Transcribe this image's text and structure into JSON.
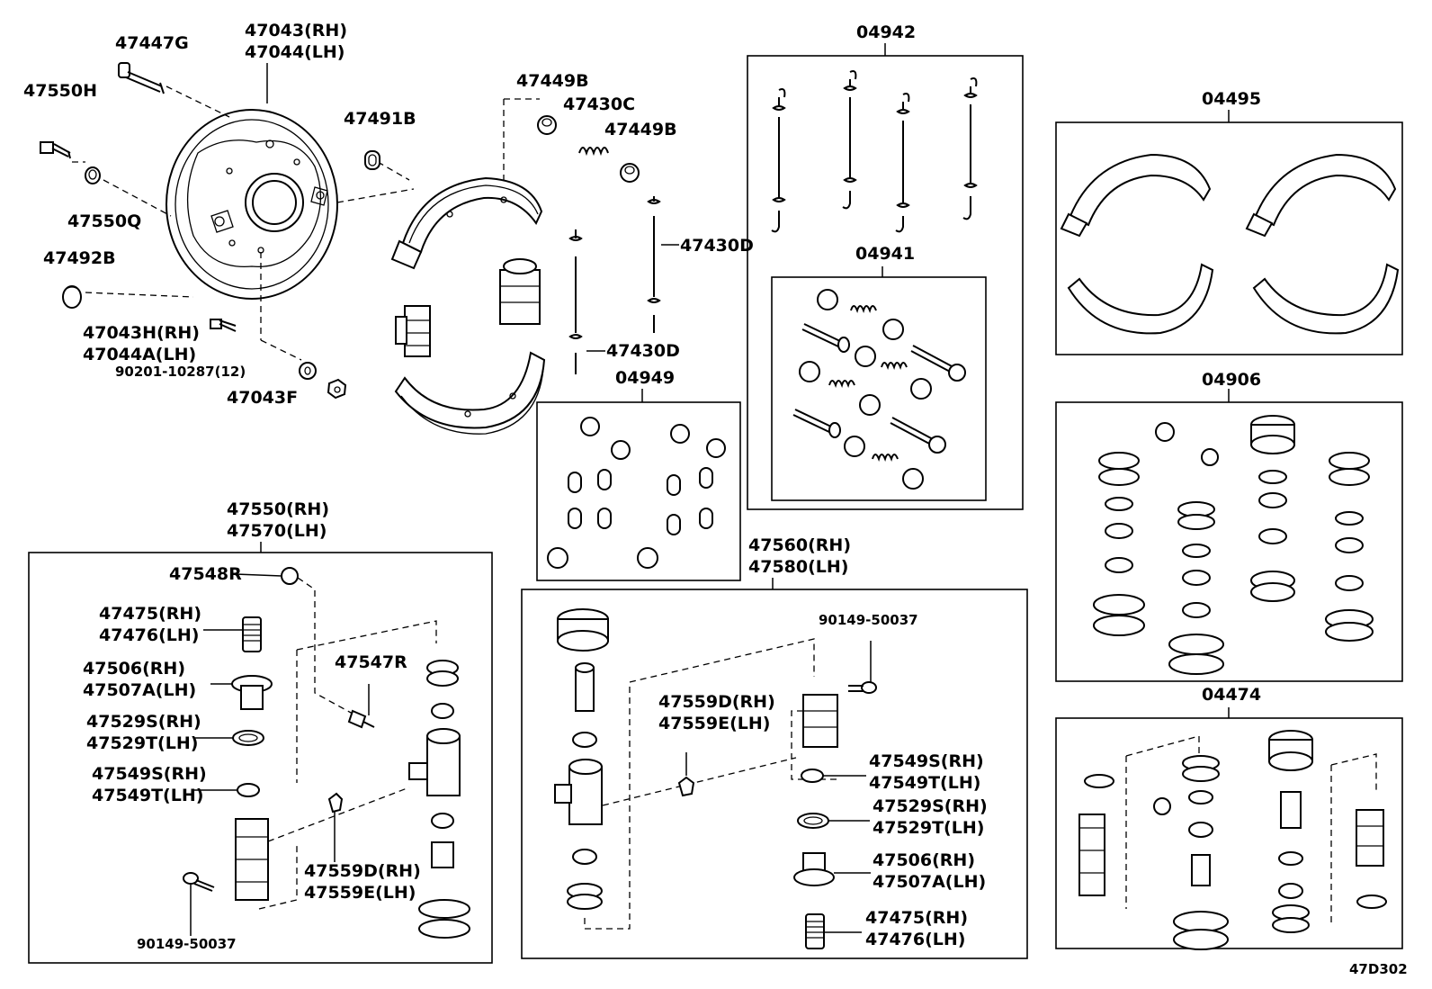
{
  "figure_code": "47D302",
  "labels": {
    "l_47447G": "47447G",
    "l_47043": "47043(RH)",
    "l_47044": "47044(LH)",
    "l_47550H": "47550H",
    "l_47491B": "47491B",
    "l_47550Q": "47550Q",
    "l_47492B": "47492B",
    "l_47043H": "47043H(RH)",
    "l_47044A": "47044A(LH)",
    "l_90201": "90201-10287(12)",
    "l_47043F": "47043F",
    "l_47449B_a": "47449B",
    "l_47430C": "47430C",
    "l_47449B_b": "47449B",
    "l_47430D_a": "47430D",
    "l_47430D_b": "47430D",
    "l_04942": "04942",
    "l_04941": "04941",
    "l_04495": "04495",
    "l_04949": "04949",
    "l_04906": "04906",
    "l_04474": "04474",
    "l_47550": "47550(RH)",
    "l_47570": "47570(LH)",
    "l_47548R": "47548R",
    "l_47475a": "47475(RH)",
    "l_47476a": "47476(LH)",
    "l_47506a": "47506(RH)",
    "l_47507Aa": "47507A(LH)",
    "l_47529Sa": "47529S(RH)",
    "l_47529Ta": "47529T(LH)",
    "l_47549Sa": "47549S(RH)",
    "l_47549Ta": "47549T(LH)",
    "l_47547R": "47547R",
    "l_47559Da": "47559D(RH)",
    "l_47559Ea": "47559E(LH)",
    "l_90149a": "90149-50037",
    "l_47560": "47560(RH)",
    "l_47580": "47580(LH)",
    "l_90149b": "90149-50037",
    "l_47559Db": "47559D(RH)",
    "l_47559Eb": "47559E(LH)",
    "l_47549Sb": "47549S(RH)",
    "l_47549Tb": "47549T(LH)",
    "l_47529Sb": "47529S(RH)",
    "l_47529Tb": "47529T(LH)",
    "l_47506b": "47506(RH)",
    "l_47507Ab": "47507A(LH)",
    "l_47475b": "47475(RH)",
    "l_47476b": "47476(LH)"
  }
}
